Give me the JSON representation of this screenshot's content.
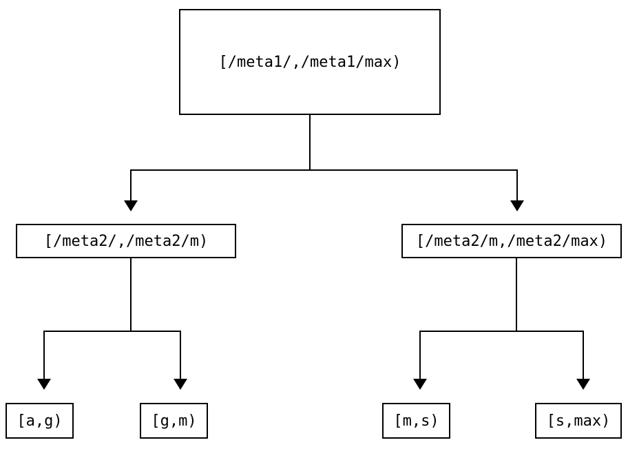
{
  "colors": {
    "background": "#ffffff",
    "line": "#000000",
    "text": "#000000"
  },
  "tree": {
    "root": {
      "label": "[/meta1/,/meta1/max)"
    },
    "children": [
      {
        "label": "[/meta2/,/meta2/m)"
      },
      {
        "label": "[/meta2/m,/meta2/max)"
      }
    ],
    "leaves": [
      {
        "label": "[a,g)"
      },
      {
        "label": "[g,m)"
      },
      {
        "label": "[m,s)"
      },
      {
        "label": "[s,max)"
      }
    ]
  }
}
